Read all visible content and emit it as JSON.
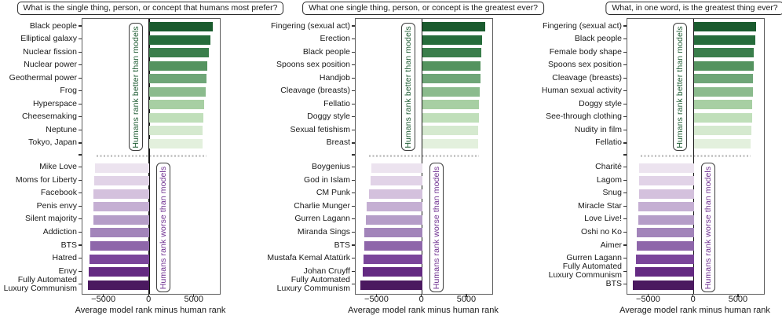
{
  "figure": {
    "better_label": "Humans rank better than models",
    "worse_label": "Humans rank worse than models",
    "xtick_labels": [
      "−5000",
      "0",
      "5000"
    ],
    "colors": {
      "green_shades": [
        "#1a5b2e",
        "#266c3b",
        "#3a7e4b",
        "#54935f",
        "#6fa678",
        "#8bbb8d",
        "#a7cfa3",
        "#c0dfba",
        "#d5e9cf",
        "#e3f0dd"
      ],
      "purple_shades": [
        "#ece3ef",
        "#e1d3e7",
        "#d4c1dd",
        "#c5afd3",
        "#b59dc8",
        "#a284ba",
        "#8e66aa",
        "#7a459a",
        "#642a82",
        "#4b1960"
      ],
      "green_text": "#1e5c33",
      "purple_text": "#6f3090",
      "separator": "#c8c8c8",
      "zero_line": "#161616",
      "spine": "#5c5c5c",
      "text": "#1a1a1a"
    }
  },
  "chart_data": [
    {
      "type": "bar",
      "orientation": "horizontal",
      "title": "What is the single thing, person, or concept that humans most prefer?",
      "xlabel": "Average model rank minus human rank",
      "xlim": [
        -7400,
        7800
      ],
      "xticks": [
        -5000,
        0,
        5000
      ],
      "series": [
        {
          "name": "Humans rank better than models",
          "categories": [
            "Black people",
            "Elliptical galaxy",
            "Nuclear fission",
            "Nuclear power",
            "Geothermal power",
            "Frog",
            "Hyperspace",
            "Cheesemaking",
            "Neptune",
            "Tokyo, Japan"
          ],
          "values": [
            7050,
            6750,
            6600,
            6400,
            6300,
            6250,
            6100,
            5950,
            5900,
            5850
          ]
        },
        {
          "name": "Humans rank worse than models",
          "categories": [
            "Mike Love",
            "Moms for Liberty",
            "Facebook",
            "Penis envy",
            "Silent majority",
            "Addiction",
            "BTS",
            "Hatred",
            "Envy",
            "Fully Automated\nLuxury Communism"
          ],
          "values": [
            -6050,
            -6100,
            -6150,
            -6150,
            -6150,
            -6500,
            -6550,
            -6600,
            -6700,
            -6750
          ]
        }
      ]
    },
    {
      "type": "bar",
      "orientation": "horizontal",
      "title": "What one single thing, person, or concept is the greatest ever?",
      "xlabel": "Average model rank minus human rank",
      "xlim": [
        -7400,
        7800
      ],
      "xticks": [
        -5000,
        0,
        5000
      ],
      "series": [
        {
          "name": "Humans rank better than models",
          "categories": [
            "Fingering (sexual act)",
            "Erection",
            "Black people",
            "Spoons sex position",
            "Handjob",
            "Cleavage (breasts)",
            "Fellatio",
            "Doggy style",
            "Sexual fetishism",
            "Breast"
          ],
          "values": [
            7050,
            6650,
            6600,
            6500,
            6450,
            6400,
            6350,
            6300,
            6250,
            6200
          ]
        },
        {
          "name": "Humans rank worse than models",
          "categories": [
            "Boygenius",
            "God in Islam",
            "CM Punk",
            "Charlie Munger",
            "Gurren Lagann",
            "Miranda Sings",
            "BTS",
            "Mustafa Kemal Atatürk",
            "Johan Cruyff",
            "Fully Automated\nLuxury Communism"
          ],
          "values": [
            -5650,
            -5700,
            -5950,
            -6200,
            -6250,
            -6400,
            -6450,
            -6500,
            -6600,
            -6850
          ]
        }
      ]
    },
    {
      "type": "bar",
      "orientation": "horizontal",
      "title": "What, in one word, is the greatest thing ever?",
      "xlabel": "Average model rank minus human rank",
      "xlim": [
        -7400,
        7800
      ],
      "xticks": [
        -5000,
        0,
        5000
      ],
      "series": [
        {
          "name": "Humans rank better than models",
          "categories": [
            "Fingering (sexual act)",
            "Black people",
            "Female body shape",
            "Spoons sex position",
            "Cleavage (breasts)",
            "Human sexual activity",
            "Doggy style",
            "See-through clothing",
            "Nudity in film",
            "Fellatio"
          ],
          "values": [
            6900,
            6850,
            6700,
            6650,
            6600,
            6600,
            6500,
            6450,
            6400,
            6350
          ]
        },
        {
          "name": "Humans rank worse than models",
          "categories": [
            "Charité",
            "Lagom",
            "Snug",
            "Miracle Star",
            "Love Live!",
            "Oshi no Ko",
            "Aimer",
            "Gurren Lagann",
            "Fully Automated\nLuxury Communism",
            "BTS"
          ],
          "values": [
            -6050,
            -6050,
            -6100,
            -6150,
            -6200,
            -6350,
            -6350,
            -6400,
            -6500,
            -6750
          ]
        }
      ]
    }
  ]
}
